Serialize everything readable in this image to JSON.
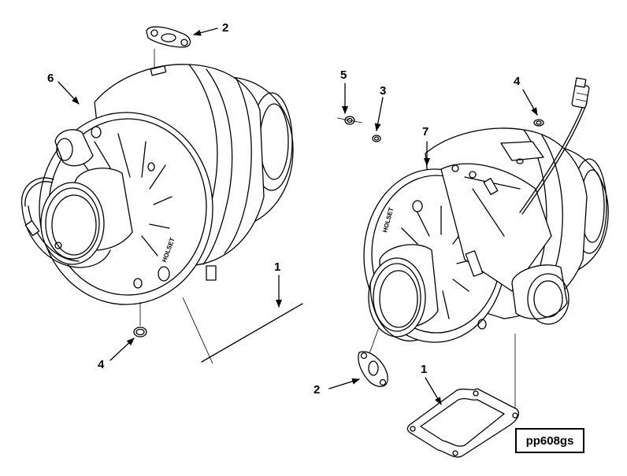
{
  "figure": {
    "reference": "pp608gs",
    "callouts": [
      {
        "id": "callout-2-top",
        "label": "2"
      },
      {
        "id": "callout-6",
        "label": "6"
      },
      {
        "id": "callout-1-left",
        "label": "1"
      },
      {
        "id": "callout-4-left",
        "label": "4"
      },
      {
        "id": "callout-5",
        "label": "5"
      },
      {
        "id": "callout-3",
        "label": "3"
      },
      {
        "id": "callout-4-right",
        "label": "4"
      },
      {
        "id": "callout-7",
        "label": "7"
      },
      {
        "id": "callout-2-bottom",
        "label": "2"
      },
      {
        "id": "callout-1-right",
        "label": "1"
      }
    ]
  }
}
